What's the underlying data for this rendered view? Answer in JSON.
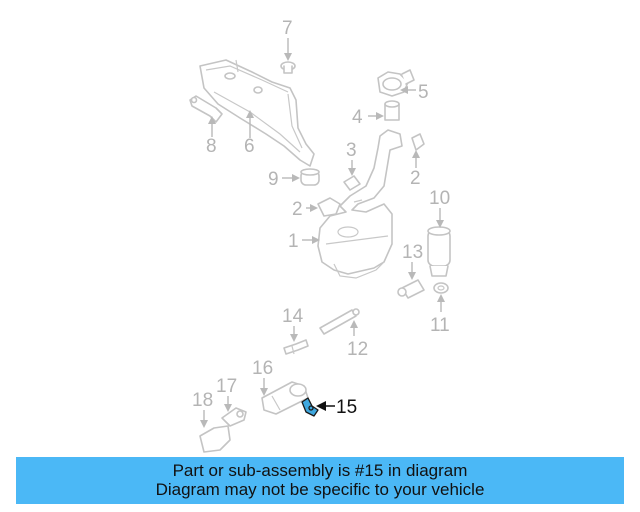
{
  "callouts": {
    "p1": "1",
    "p2a": "2",
    "p2b": "2",
    "p3": "3",
    "p4": "4",
    "p5": "5",
    "p6": "6",
    "p7": "7",
    "p8": "8",
    "p9": "9",
    "p10": "10",
    "p11": "11",
    "p12": "12",
    "p13": "13",
    "p14": "14",
    "p15": "15",
    "p16": "16",
    "p17": "17",
    "p18": "18"
  },
  "highlight": {
    "color": "#3fa8df"
  },
  "banner": {
    "line1": "Part or sub-assembly is #15 in diagram",
    "line2": "Diagram may not be specific to your vehicle",
    "background": "#4bb8f6"
  }
}
